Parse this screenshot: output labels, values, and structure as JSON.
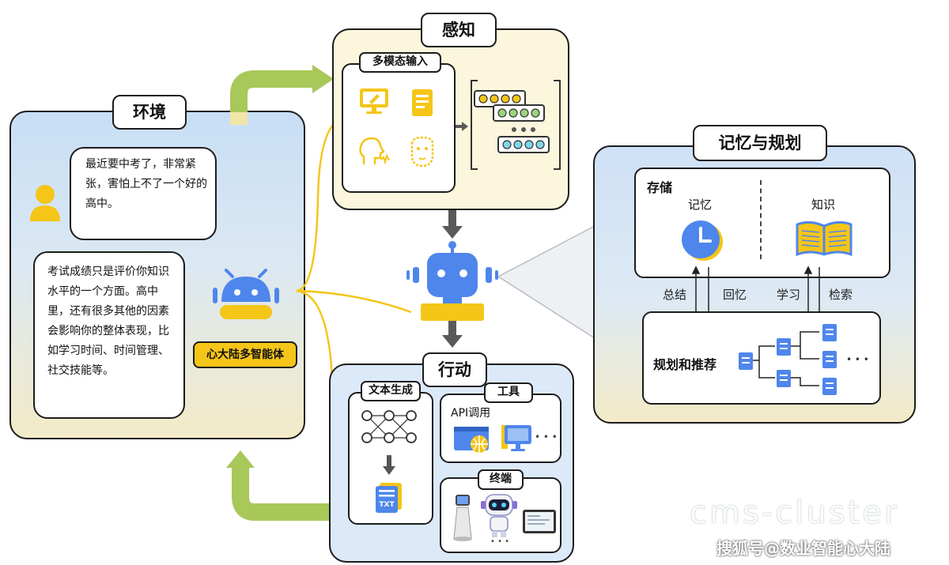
{
  "environment": {
    "title": "环境",
    "user_message": "最近要中考了，非常紧张，害怕上不了一个好的高中。",
    "agent_reply": "考试成绩只是评价你知识水平的一个方面。高中里，还有很多其他的因素会影响你的整体表现，比如学习时间、时间管理、社交技能等。",
    "agent_name": "心大陆多智能体"
  },
  "perception": {
    "title": "感知",
    "input_title": "多模态输入"
  },
  "memory_planning": {
    "title": "记忆与规划",
    "storage_label": "存储",
    "memory_label": "记忆",
    "knowledge_label": "知识",
    "summarize_label": "总结",
    "recall_label": "回忆",
    "learn_label": "学习",
    "retrieve_label": "检索",
    "planning_label": "规划和推荐",
    "ellipsis": "• • •"
  },
  "action": {
    "title": "行动",
    "text_gen_label": "文本生成",
    "txt_icon_label": "TXT",
    "tools_label": "工具",
    "api_label": "API调用",
    "terminal_label": "终端",
    "more_dots": "• • •"
  },
  "watermark": {
    "line1": "cms-cluster",
    "line2": "搜狐号@数业智能心大陆"
  },
  "colors": {
    "accent_blue": "#4F86EC",
    "accent_yellow": "#F5C518",
    "green_arrow": "#A8C85A",
    "panel_yellow": "#FBF6DC",
    "panel_blue": "#DCE9F8"
  }
}
